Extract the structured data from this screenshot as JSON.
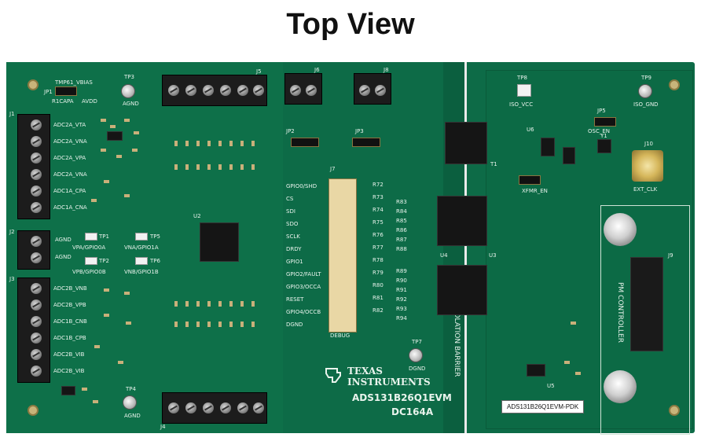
{
  "title": "Top View",
  "board": {
    "name": "ADS131B26Q1EVM",
    "code": "DC164A",
    "brand_line1": "TEXAS",
    "brand_line2": "INSTRUMENTS",
    "sticker": "ADS131B26Q1EVM-PDK",
    "isolation": "ISOLATION BARRIER",
    "pm_controller": "PM CONTROLLER",
    "debug": "DEBUG"
  },
  "labels": {
    "jp1": "JP1",
    "jp1_title": "TMP61_VBIAS",
    "jp1_left": "R1CAPA",
    "jp1_right": "AVDD",
    "tp3": "TP3",
    "tp3_name": "AGND",
    "tp4": "TP4",
    "tp4_name": "AGND",
    "tp7": "TP7",
    "tp7_name": "DGND",
    "tp8": "TP8",
    "tp8_name": "ISO_VCC",
    "tp9": "TP9",
    "tp9_name": "ISO_GND",
    "j1": "J1",
    "j2": "J2",
    "j3": "J3",
    "j4": "J4",
    "j5": "J5",
    "j6": "J6",
    "j7": "J7",
    "j8": "J8",
    "j9": "J9",
    "j10": "J10",
    "ext_clk": "EXT_CLK",
    "jp2": "JP2",
    "jp3": "JP3",
    "jp4": "XFMR_EN",
    "jp5": "JP5",
    "osc_en": "OSC_EN",
    "u2": "U2",
    "u3": "U3",
    "u4": "U4",
    "u5": "U5",
    "u6": "U6",
    "t1": "T1",
    "y1": "Y1",
    "tp1": "TP1",
    "tp2": "TP2",
    "tp5": "TP5",
    "tp6": "TP6",
    "vpa": "VPA/GPIO0A",
    "vna": "VNA/GPIO1A",
    "vpb": "VPB/GPIO0B",
    "vnb": "VNB/GPIO1B",
    "agnd_a": "AGND",
    "agnd_b": "AGND",
    "j1_pins": [
      "ADC2A_VTA",
      "ADC2A_VNA",
      "ADC2A_VPA",
      "ADC2A_VNA",
      "ADC1A_CPA",
      "ADC1A_CNA"
    ],
    "j3_pins": [
      "ADC2B_VNB",
      "ADC2B_VPB",
      "ADC1B_CNB",
      "ADC1B_CPB",
      "ADC2B_VIB",
      "ADC2B_VIB"
    ],
    "j7_pins": [
      "GPIO0/SHD",
      "CS",
      "SDI",
      "SDO",
      "SCLK",
      "DRDY",
      "GPIO1",
      "GPIO2/FAULT",
      "GPIO3/OCCA",
      "RESET",
      "GPIO4/OCCB",
      "DGND"
    ],
    "r_right": [
      "R72",
      "R73",
      "R74",
      "R75",
      "R76",
      "R77",
      "R78",
      "R79",
      "R80",
      "R81",
      "R82"
    ],
    "r_far": [
      "R83",
      "R84",
      "R85",
      "R86",
      "R87",
      "R88",
      "R89",
      "R90",
      "R91",
      "R92",
      "R93",
      "R94"
    ]
  }
}
